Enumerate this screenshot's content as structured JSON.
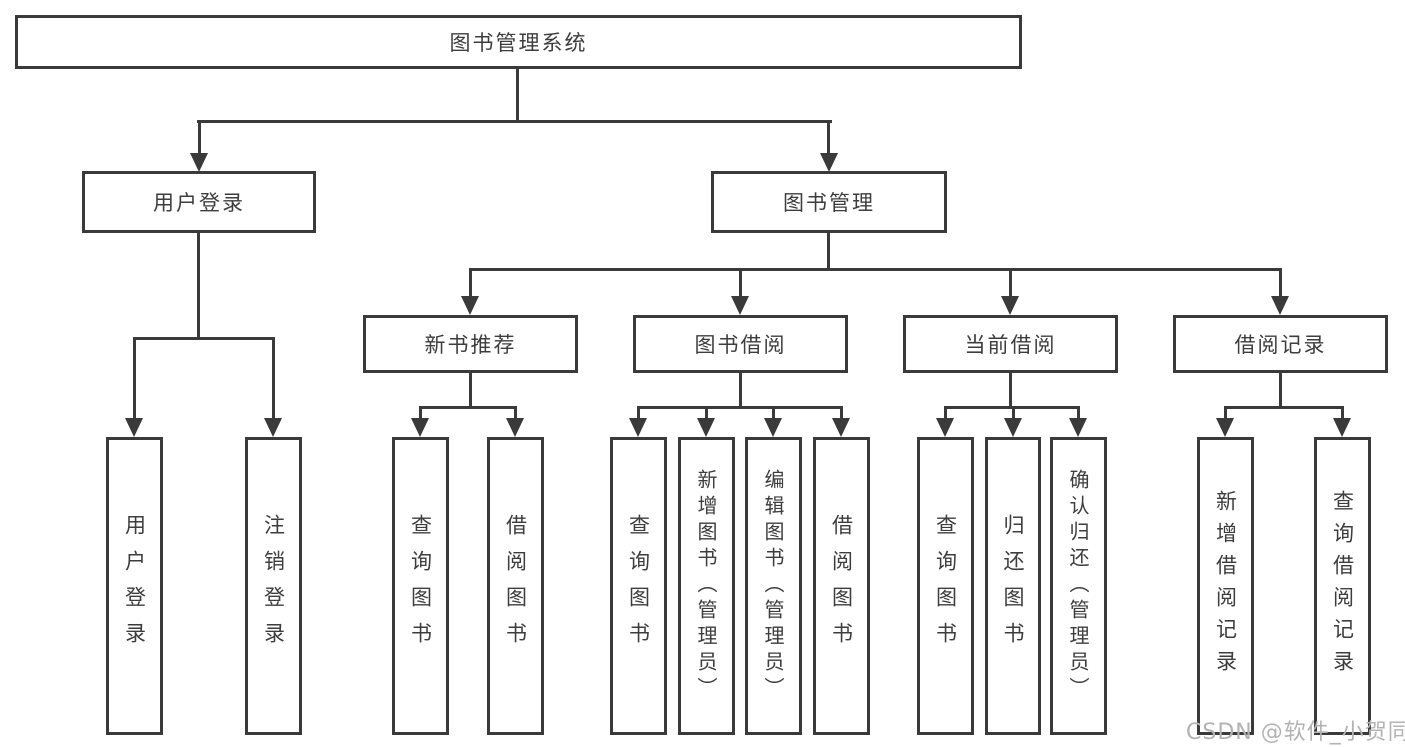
{
  "diagram": {
    "title": "图书管理系统",
    "level2": [
      {
        "label": "用户登录"
      },
      {
        "label": "图书管理"
      }
    ],
    "level3": [
      {
        "label": "新书推荐"
      },
      {
        "label": "图书借阅"
      },
      {
        "label": "当前借阅"
      },
      {
        "label": "借阅记录"
      }
    ],
    "leaves": [
      {
        "label": "用户登录",
        "parent": "用户登录"
      },
      {
        "label": "注销登录",
        "parent": "用户登录"
      },
      {
        "label": "查询图书",
        "parent": "新书推荐"
      },
      {
        "label": "借阅图书",
        "parent": "新书推荐"
      },
      {
        "label": "查询图书",
        "parent": "图书借阅"
      },
      {
        "label": "新增图书（管理员）",
        "parent": "图书借阅"
      },
      {
        "label": "编辑图书（管理员）",
        "parent": "图书借阅"
      },
      {
        "label": "借阅图书",
        "parent": "图书借阅"
      },
      {
        "label": "查询图书",
        "parent": "当前借阅"
      },
      {
        "label": "归还图书",
        "parent": "当前借阅"
      },
      {
        "label": "确认归还（管理员）",
        "parent": "当前借阅"
      },
      {
        "label": "新增借阅记录",
        "parent": "借阅记录"
      },
      {
        "label": "查询借阅记录",
        "parent": "借阅记录"
      }
    ]
  },
  "watermark": {
    "text": "CSDN @软件_小贺同学"
  },
  "colors": {
    "line": "#3a3a3a",
    "text": "#3d3d3d",
    "watermark": "#b3b3b3",
    "background": "#ffffff"
  }
}
